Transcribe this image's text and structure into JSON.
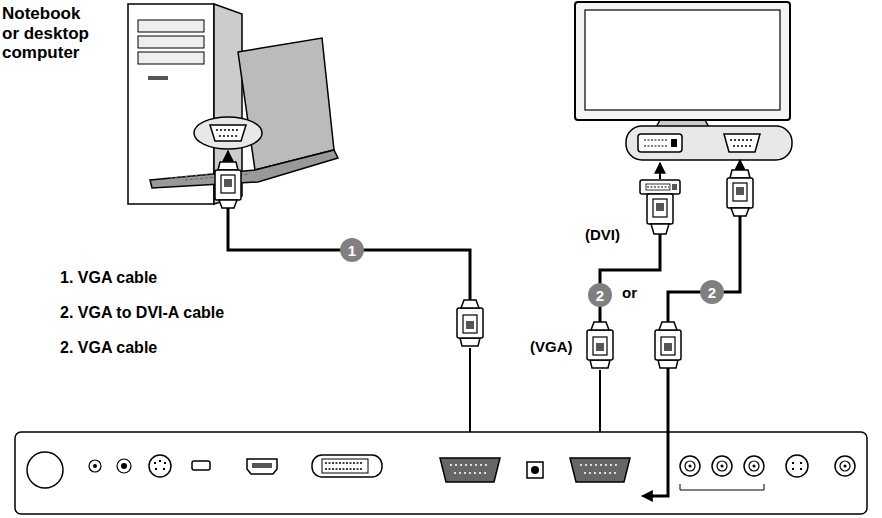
{
  "diagram": {
    "nodes": [
      {
        "text": [
          "Notebook or desktop computer"
        ]
      }
    ],
    "labels": [
      "1",
      "2",
      "2",
      "(DVI)",
      "or",
      "(VGA)",
      "1. VGA cable",
      "2. VGA to DVI-A cable",
      "2. VGA cable"
    ]
  }
}
